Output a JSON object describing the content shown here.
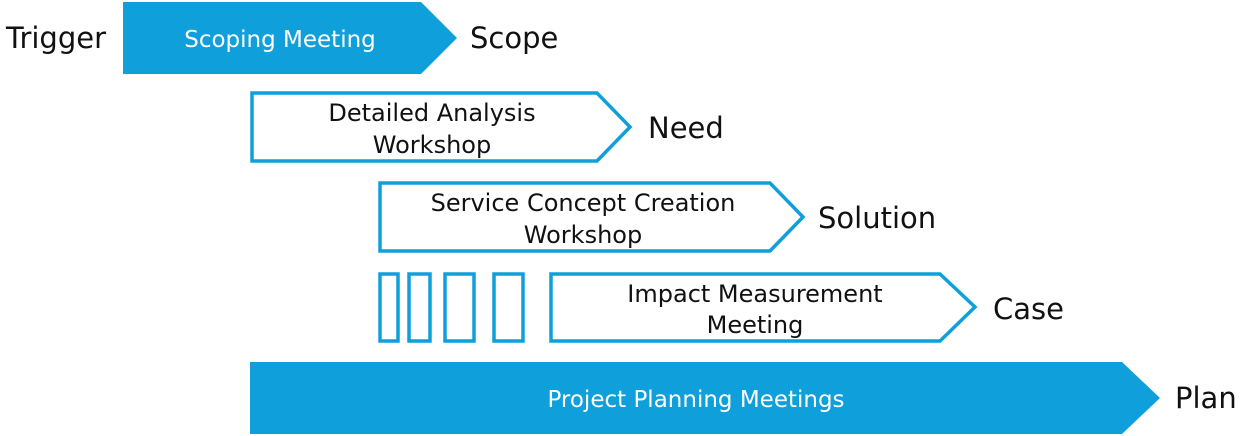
{
  "colors": {
    "accent": "#0f9fdb",
    "text": "#111111",
    "filled_text": "#ffffff"
  },
  "steps": [
    {
      "lines": [
        "Scoping Meeting"
      ],
      "style": "filled",
      "outcome": "Scope"
    },
    {
      "lines": [
        "Detailed Analysis",
        "Workshop"
      ],
      "style": "outline",
      "outcome": "Need"
    },
    {
      "lines": [
        "Service Concept Creation",
        "Workshop"
      ],
      "style": "outline",
      "outcome": "Solution"
    },
    {
      "lines": [
        "Impact Measurement",
        "Meeting"
      ],
      "style": "outline",
      "outcome": "Case"
    },
    {
      "lines": [
        "Project Planning Meetings"
      ],
      "style": "filled",
      "outcome": "Plan"
    }
  ],
  "trigger_label": "Trigger"
}
